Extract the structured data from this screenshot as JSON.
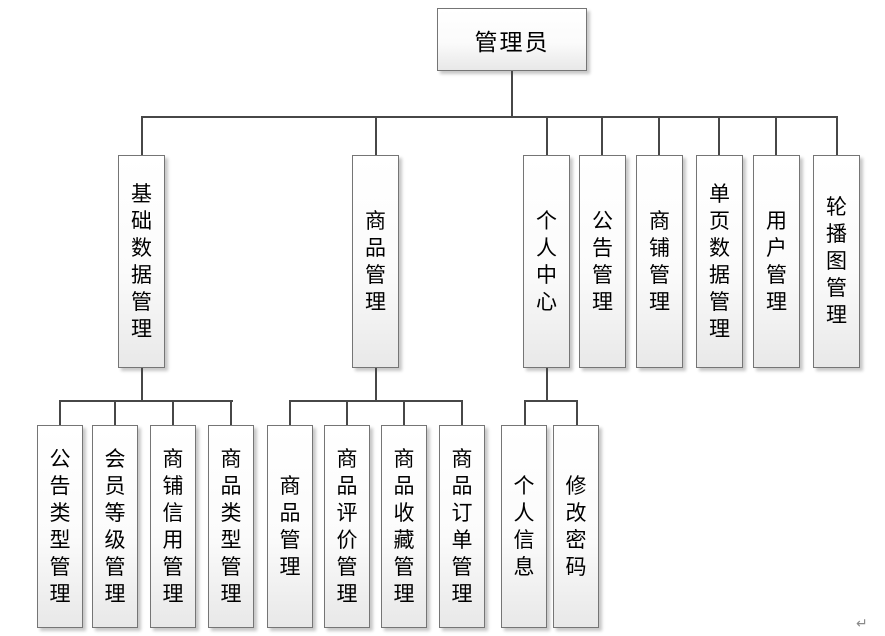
{
  "diagram": {
    "type": "org-tree",
    "root": {
      "label": "管理员"
    },
    "level2": [
      {
        "label": "基础数据管理"
      },
      {
        "label": "商品管理"
      },
      {
        "label": "个人中心"
      },
      {
        "label": "公告管理"
      },
      {
        "label": "商铺管理"
      },
      {
        "label": "单页数据管理"
      },
      {
        "label": "用户管理"
      },
      {
        "label": "轮播图管理"
      }
    ],
    "level3_basic_data": [
      {
        "label": "公告类型管理"
      },
      {
        "label": "会员等级管理"
      },
      {
        "label": "商铺信用管理"
      },
      {
        "label": "商品类型管理"
      }
    ],
    "level3_goods": [
      {
        "label": "商品管理"
      },
      {
        "label": "商品评价管理"
      },
      {
        "label": "商品收藏管理"
      },
      {
        "label": "商品订单管理"
      }
    ],
    "level3_personal": [
      {
        "label": "个人信息"
      },
      {
        "label": "修改密码"
      }
    ],
    "paragraph_mark": "↵",
    "colors": {
      "line": "#474747",
      "box_border": "#757575",
      "box_fill_top": "#ffffff",
      "box_fill_bottom": "#e8e8e8",
      "background": "#ffffff"
    }
  }
}
